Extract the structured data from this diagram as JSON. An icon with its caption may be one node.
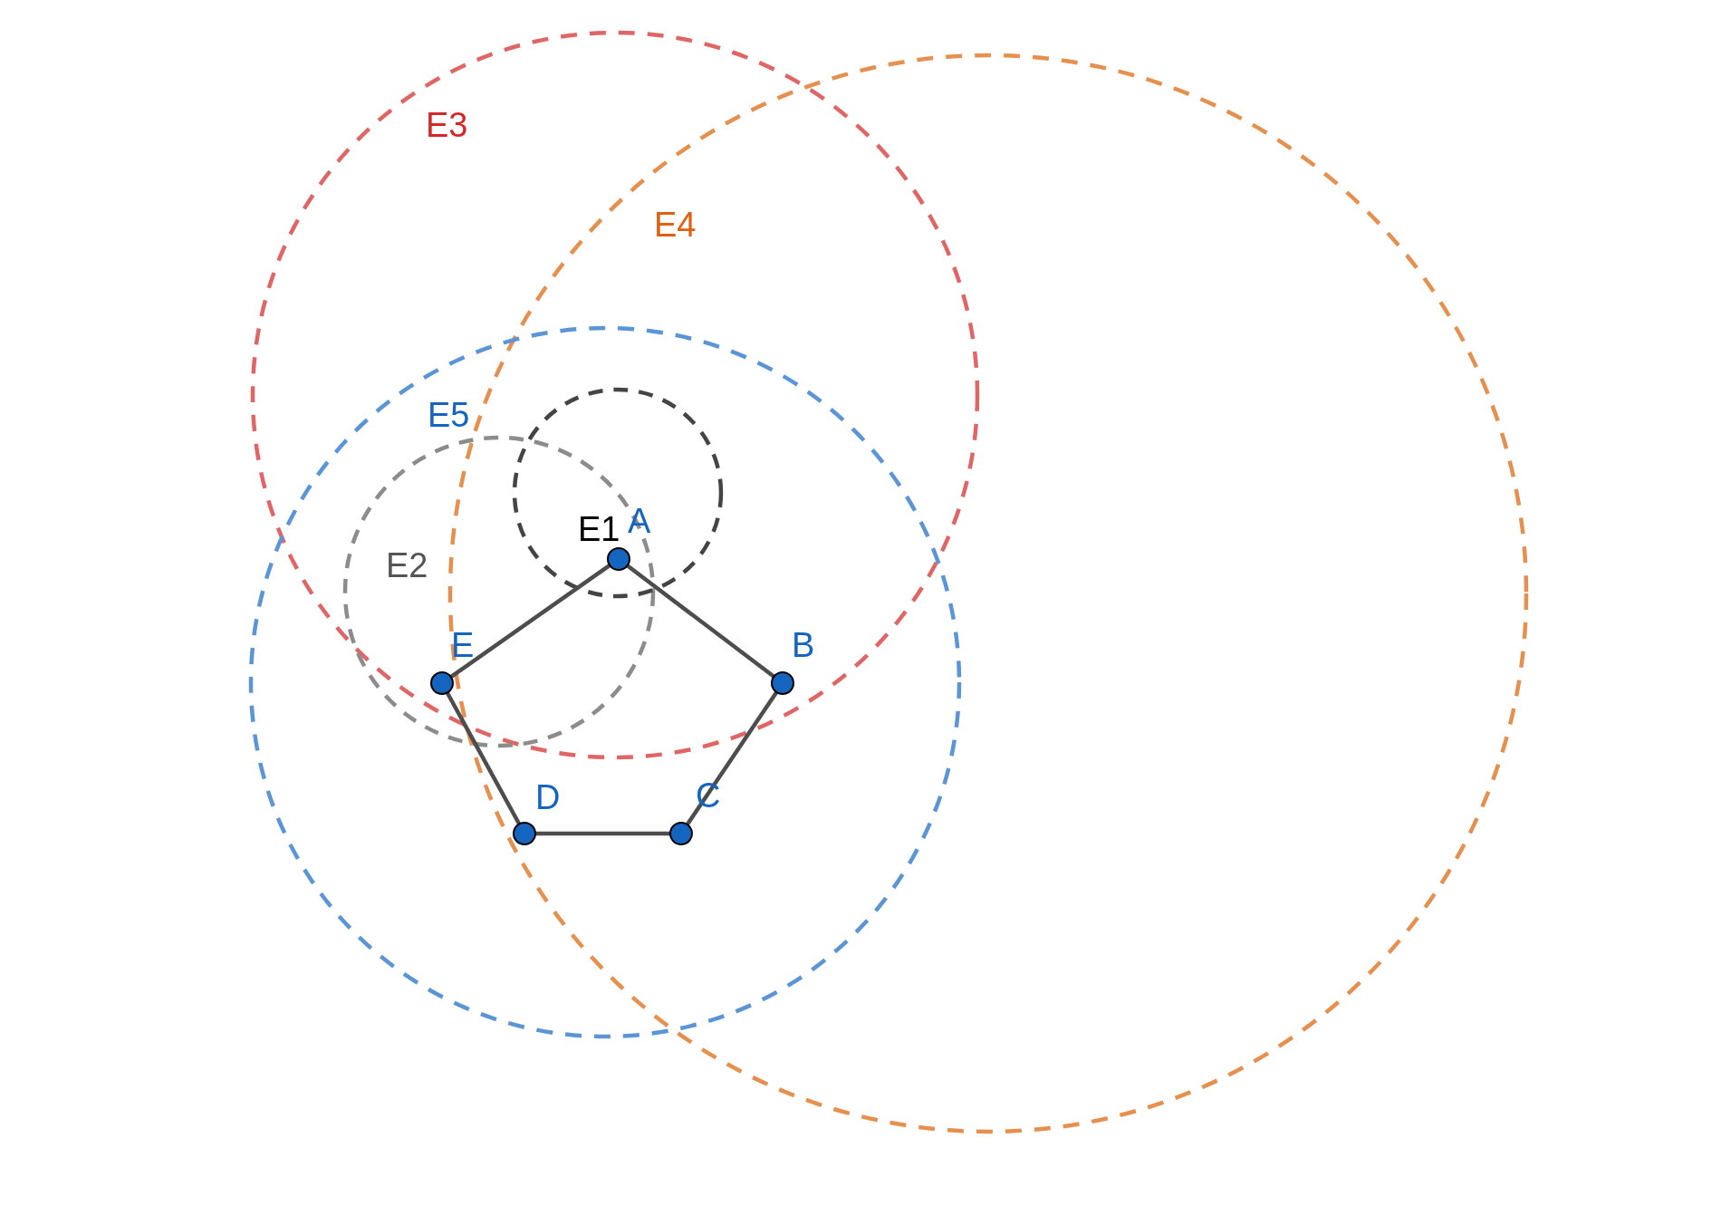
{
  "diagram": {
    "nodes": [
      {
        "text": [
          "A"
        ]
      },
      {
        "text": [
          "B"
        ]
      },
      {
        "text": [
          "C"
        ]
      },
      {
        "text": [
          "D"
        ]
      },
      {
        "text": [
          "E"
        ]
      }
    ],
    "edges": [
      {
        "from": 0,
        "to": 1,
        "arrow": "none"
      },
      {
        "from": 1,
        "to": 2,
        "arrow": "none"
      },
      {
        "from": 2,
        "to": 3,
        "arrow": "none"
      },
      {
        "from": 3,
        "to": 4,
        "arrow": "none"
      },
      {
        "from": 4,
        "to": 0,
        "arrow": "none"
      }
    ],
    "labels": [
      "E3",
      "E4",
      "E5",
      "E2",
      "E1"
    ]
  }
}
